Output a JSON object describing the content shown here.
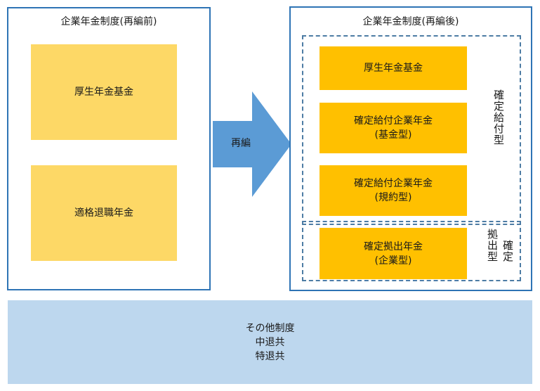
{
  "before": {
    "title": "企業年金制度(再編前)",
    "items": [
      "厚生年金基金",
      "適格退職年金"
    ]
  },
  "transition": {
    "label": "再編"
  },
  "after": {
    "title": "企業年金制度(再編後)",
    "db_group_label": "確定給付型",
    "dc_group_label_col1": "拠出型",
    "dc_group_label_col2": "確定",
    "db_items": [
      {
        "line1": "厚生年金基金",
        "line2": ""
      },
      {
        "line1": "確定給付企業年金",
        "line2": "(基金型)"
      },
      {
        "line1": "確定給付企業年金",
        "line2": "(規約型)"
      }
    ],
    "dc_item": {
      "line1": "確定拠出年金",
      "line2": "(企業型)"
    }
  },
  "others": {
    "lines": [
      "その他制度",
      "中退共",
      "特退共"
    ]
  },
  "colors": {
    "panel_border": "#2e74b5",
    "before_box": "#fdd866",
    "after_box": "#ffc000",
    "arrow": "#5b9bd5",
    "bottom_band": "#bdd7ee"
  }
}
